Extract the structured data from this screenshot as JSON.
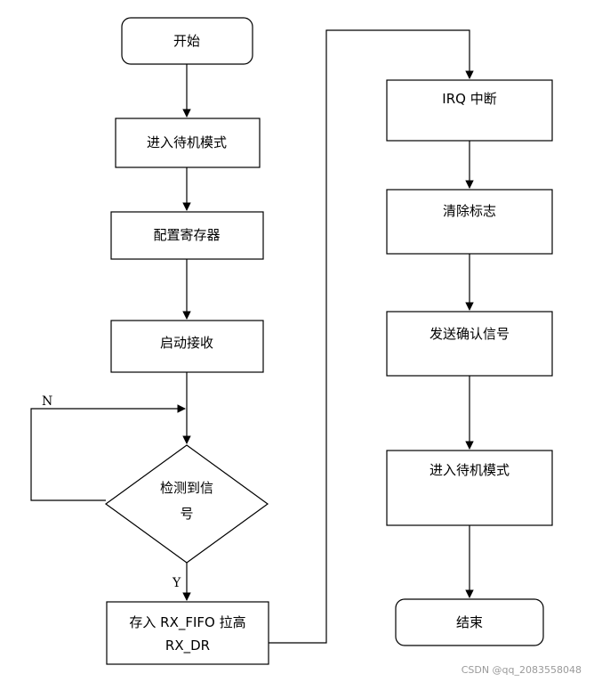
{
  "nodes": {
    "start": "开始",
    "standby1": "进入待机模式",
    "config": "配置寄存器",
    "rx_start": "启动接收",
    "detect_line1": "检测到信",
    "detect_line2": "号",
    "store_line1": "存入 RX_FIFO 拉高",
    "store_line2": "RX_DR",
    "irq": "IRQ 中断",
    "clear": "清除标志",
    "ack": "发送确认信号",
    "standby2": "进入待机模式",
    "end": "结束"
  },
  "edges": {
    "no_label": "N",
    "yes_label": "Y"
  },
  "watermark": "CSDN @qq_2083558048"
}
